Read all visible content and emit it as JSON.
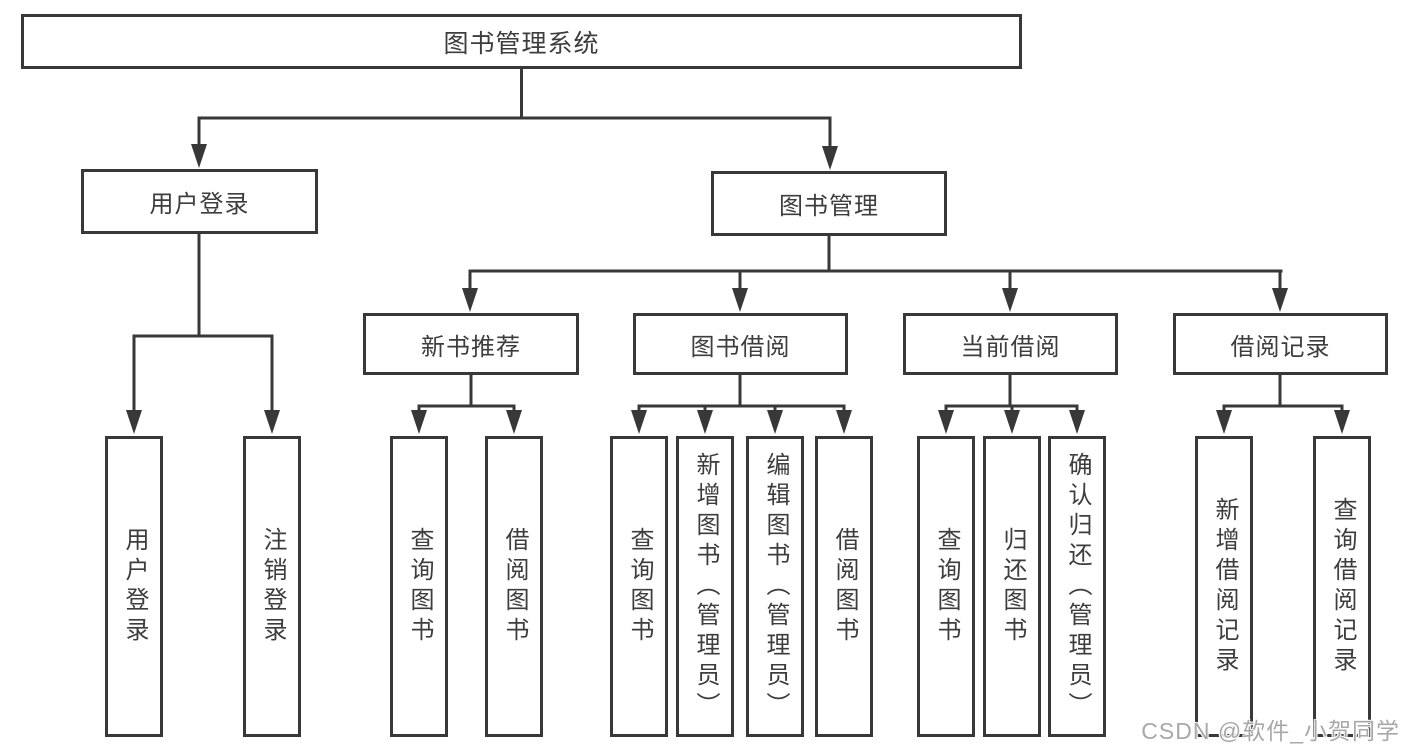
{
  "diagram": {
    "title": "图书管理系统",
    "root": {
      "label": "图书管理系统"
    },
    "level2": [
      {
        "id": "user-login",
        "label": "用户登录"
      },
      {
        "id": "book-management",
        "label": "图书管理"
      }
    ],
    "level3": [
      {
        "id": "new-book-recommend",
        "parent": "图书管理",
        "label": "新书推荐"
      },
      {
        "id": "book-borrowing",
        "parent": "图书管理",
        "label": "图书借阅"
      },
      {
        "id": "current-borrowing",
        "parent": "图书管理",
        "label": "当前借阅"
      },
      {
        "id": "borrowing-records",
        "parent": "图书管理",
        "label": "借阅记录"
      }
    ],
    "leaves": [
      {
        "parent": "用户登录",
        "label": "用户登录"
      },
      {
        "parent": "用户登录",
        "label": "注销登录"
      },
      {
        "parent": "新书推荐",
        "label": "查询图书"
      },
      {
        "parent": "新书推荐",
        "label": "借阅图书"
      },
      {
        "parent": "图书借阅",
        "label": "查询图书"
      },
      {
        "parent": "图书借阅",
        "label": "新增图书（管理员）"
      },
      {
        "parent": "图书借阅",
        "label": "编辑图书（管理员）"
      },
      {
        "parent": "图书借阅",
        "label": "借阅图书"
      },
      {
        "parent": "当前借阅",
        "label": "查询图书"
      },
      {
        "parent": "当前借阅",
        "label": "归还图书"
      },
      {
        "parent": "当前借阅",
        "label": "确认归还（管理员）"
      },
      {
        "parent": "借阅记录",
        "label": "新增借阅记录"
      },
      {
        "parent": "借阅记录",
        "label": "查询借阅记录"
      }
    ]
  },
  "watermark": {
    "text": "CSDN @软件_小贺同学",
    "color": "#a8a8a8"
  },
  "colors": {
    "line": "#383838",
    "text": "#3d3d3d",
    "background": "#ffffff"
  }
}
